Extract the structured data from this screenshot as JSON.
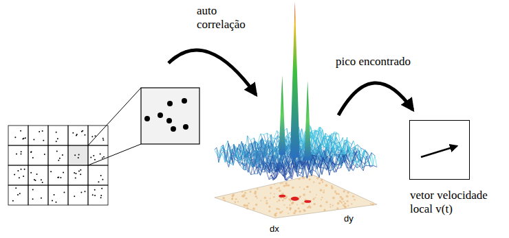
{
  "diagram": {
    "nodes": [
      {
        "text": [
          "vetor velocidade local v(t)"
        ]
      }
    ],
    "labels": [
      "auto correlação",
      "pico encontrado",
      "dx",
      "dy"
    ]
  }
}
